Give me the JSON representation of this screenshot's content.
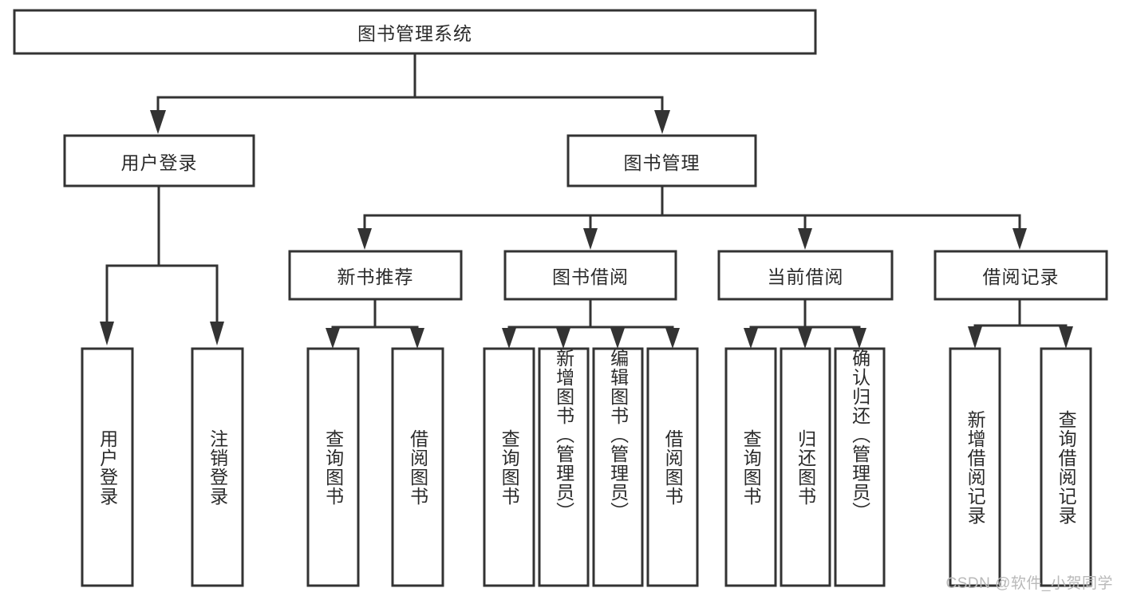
{
  "diagram": {
    "type": "tree",
    "orientation": "top-down",
    "title": "图书管理系统",
    "root": {
      "label": "图书管理系统",
      "level": 0
    },
    "levels": [
      {
        "level": 1,
        "nodes": [
          {
            "label": "用户登录"
          },
          {
            "label": "图书管理"
          }
        ]
      },
      {
        "level": 2,
        "parent": "图书管理",
        "nodes": [
          {
            "label": "新书推荐"
          },
          {
            "label": "图书借阅"
          },
          {
            "label": "当前借阅"
          },
          {
            "label": "借阅记录"
          }
        ]
      }
    ],
    "leaf_groups": [
      {
        "parent": "用户登录",
        "leaves": [
          {
            "label": "用户登录"
          },
          {
            "label": "注销登录"
          }
        ]
      },
      {
        "parent": "新书推荐",
        "leaves": [
          {
            "label": "查询图书"
          },
          {
            "label": "借阅图书"
          }
        ]
      },
      {
        "parent": "图书借阅",
        "leaves": [
          {
            "label": "查询图书"
          },
          {
            "label": "新增图书（管理员）"
          },
          {
            "label": "编辑图书（管理员）"
          },
          {
            "label": "借阅图书"
          }
        ]
      },
      {
        "parent": "当前借阅",
        "leaves": [
          {
            "label": "查询图书"
          },
          {
            "label": "归还图书"
          },
          {
            "label": "确认归还（管理员）"
          }
        ]
      },
      {
        "parent": "借阅记录",
        "leaves": [
          {
            "label": "新增借阅记录"
          },
          {
            "label": "查询借阅记录"
          }
        ]
      }
    ],
    "colors": {
      "box_stroke": "#333333",
      "box_fill": "#ffffff",
      "text": "#2b2b2b",
      "connector": "#333333",
      "background": "#ffffff",
      "watermark": "#b9b9b9"
    }
  },
  "watermark": {
    "text": "CSDN @软件_小贺同学"
  }
}
